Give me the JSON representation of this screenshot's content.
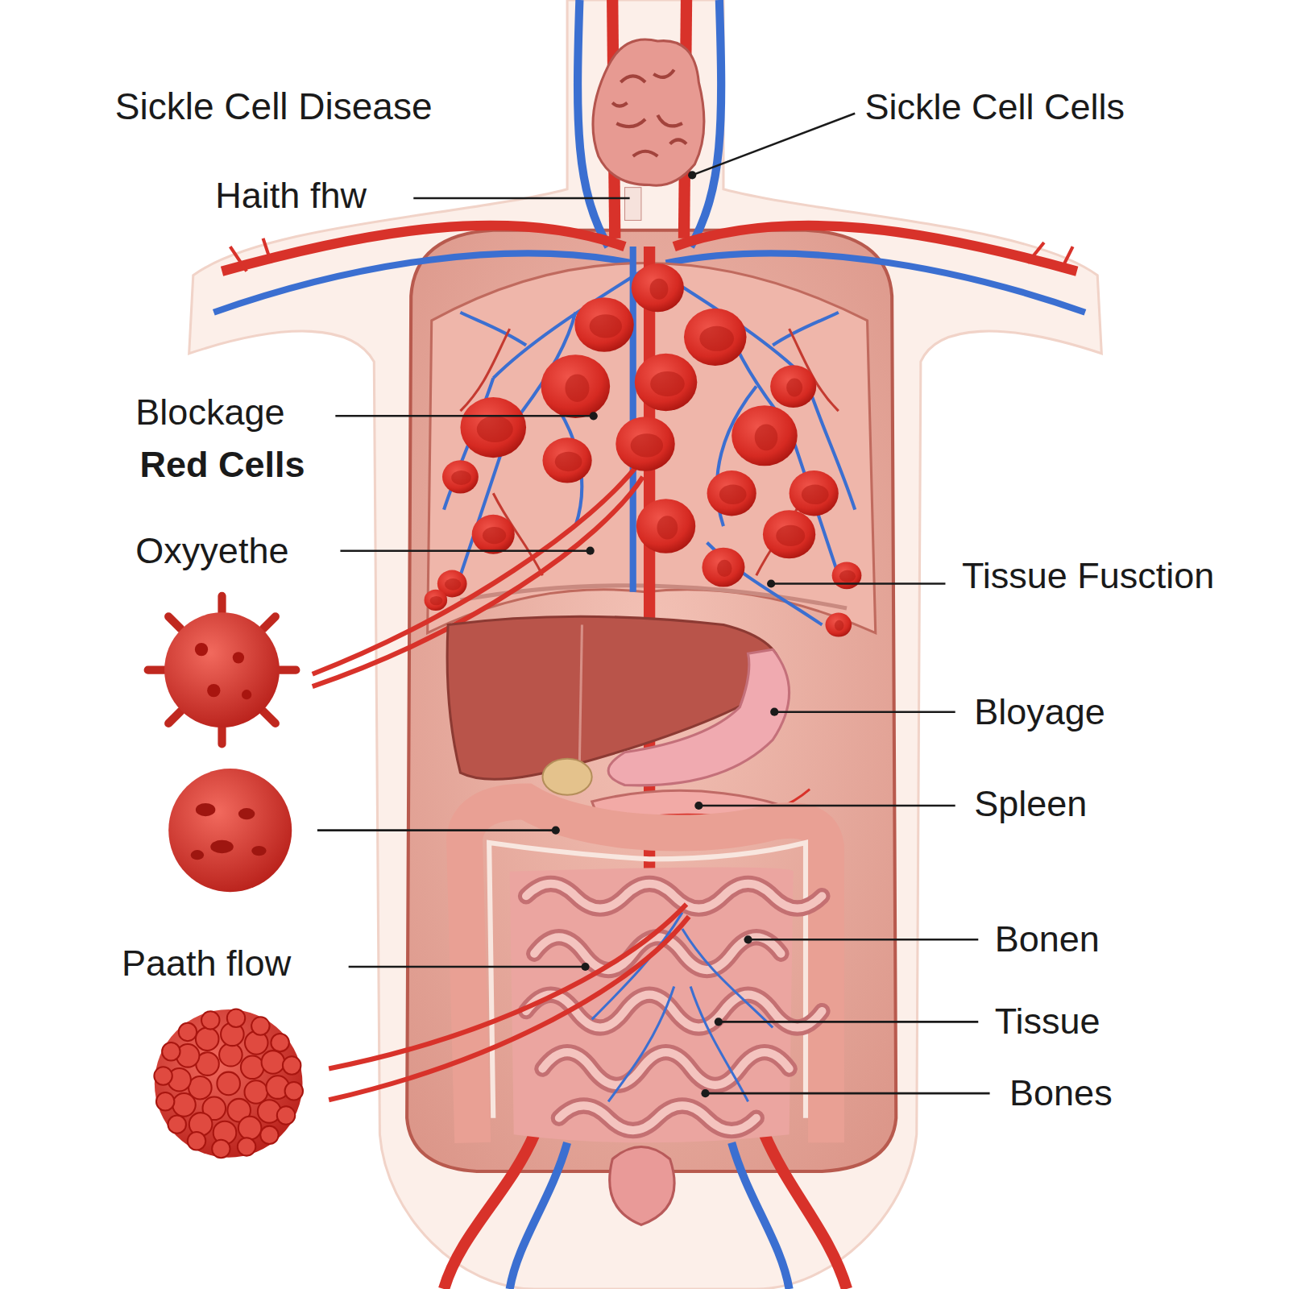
{
  "diagram": {
    "title": "Sickle Cell Disease",
    "labels": [
      "Sickle Cell Cells",
      "Haith fhw",
      "Blockage",
      "Red Cells",
      "Oxyyethe",
      "Tissue Fusction",
      "Bloyage",
      "Spleen",
      "Paath flow",
      "Bonen",
      "Tissue",
      "Bones"
    ]
  }
}
